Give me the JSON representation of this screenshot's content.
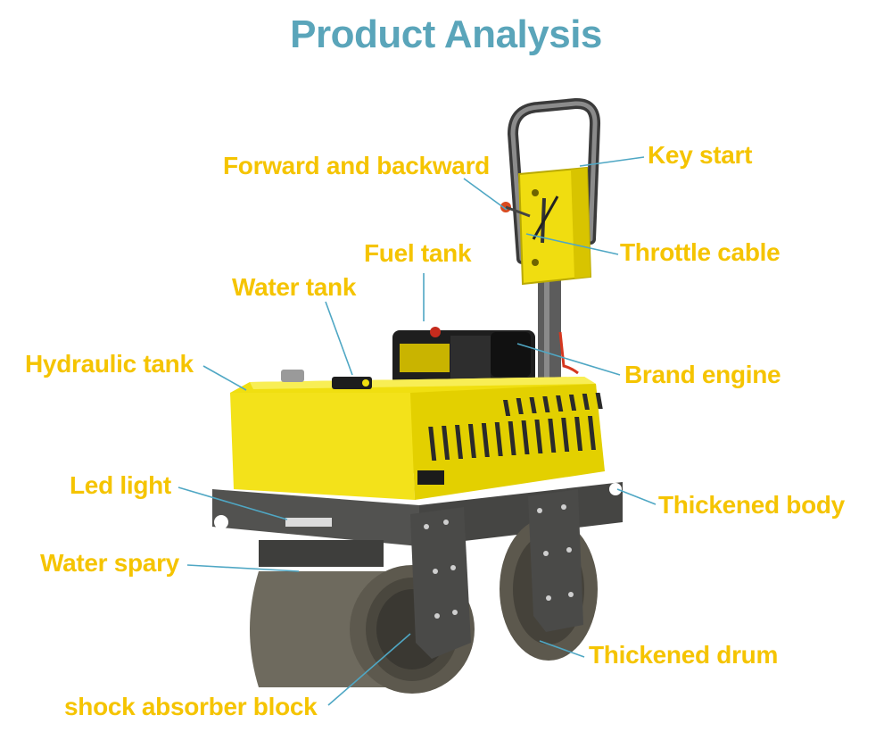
{
  "title": "Product Analysis",
  "colors": {
    "title": "#5aa5ba",
    "callout_text": "#f5c400",
    "leader_line": "#4fa7c4",
    "machine_body": "#f2e012",
    "frame": "#4a4a48",
    "drum": "#6e6a5e"
  },
  "callouts": {
    "forward_backward": "Forward and backward",
    "key_start": "Key start",
    "fuel_tank": "Fuel tank",
    "throttle_cable": "Throttle cable",
    "water_tank": "Water tank",
    "hydraulic_tank": "Hydraulic tank",
    "brand_engine": "Brand engine",
    "led_light": "Led light",
    "thickened_body": "Thickened body",
    "water_spary": "Water spary",
    "thickened_drum": "Thickened drum",
    "shock_absorber_block": "shock absorber block"
  },
  "image": {
    "subject": "yellow-double-drum-walk-behind-road-roller"
  }
}
